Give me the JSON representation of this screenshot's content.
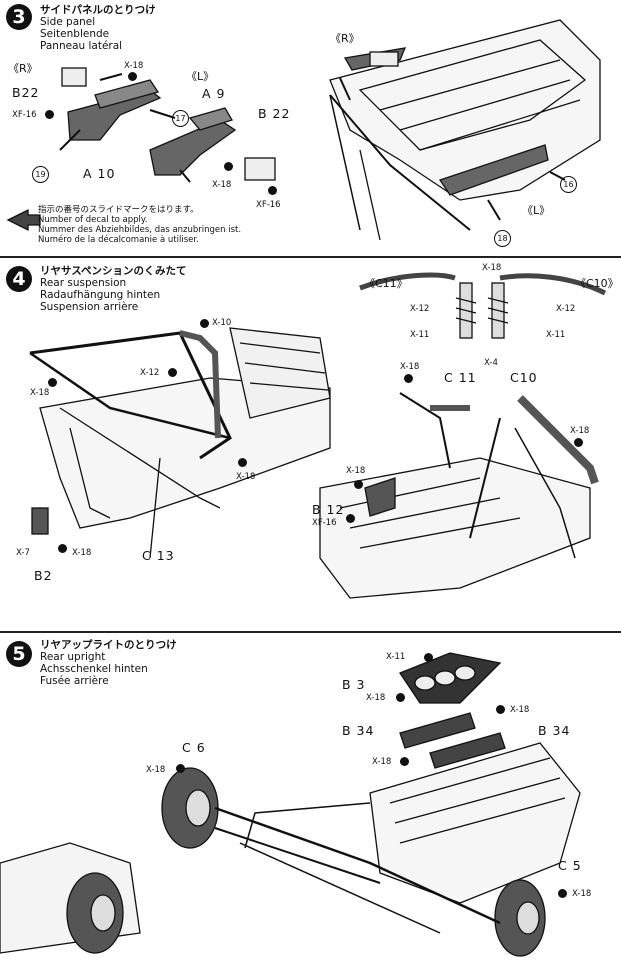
{
  "step3": {
    "number": "3",
    "title_jp": "サイドパネルのとりつけ",
    "title_en": "Side panel",
    "title_de": "Seitenblende",
    "title_fr": "Panneau latéral",
    "marker_r_left": "《R》",
    "marker_l": "《L》",
    "marker_r_right": "《R》",
    "marker_l_right": "《L》",
    "part_b22_left": "B22",
    "part_b22_right": "B 22",
    "part_a10": "A 10",
    "part_a9": "A 9",
    "x18_a": "X-18",
    "x18_b": "X-18",
    "xf16_a": "XF-16",
    "xf16_b": "XF-16",
    "decal_17": "17",
    "decal_19": "19",
    "decal_16": "16",
    "decal_18": "18",
    "note_jp": "指示の番号のスライドマークをはります。",
    "note_en": "Number of decal to apply.",
    "note_de": "Nummer des Abziehbildes, das anzubringen ist.",
    "note_fr": "Numéro de la décalcomanie à utiliser."
  },
  "step4": {
    "number": "4",
    "title_jp": "リヤサスペンションのくみたて",
    "title_en": "Rear suspension",
    "title_de": "Radaufhängung hinten",
    "title_fr": "Suspension arrière",
    "marker_c11": "《C11》",
    "marker_c10": "《C10》",
    "x18_top": "X-18",
    "x12_l": "X-12",
    "x12_r": "X-12",
    "x11_l": "X-11",
    "x11_r": "X-11",
    "x4": "X-4",
    "x10": "X-10",
    "x12_mid": "X-12",
    "x18_l": "X-18",
    "x18_mid": "X-18",
    "x7": "X-7",
    "x18_b2": "X-18",
    "part_b2": "B2",
    "part_c13": "C 13",
    "x18_r1": "X-18",
    "part_c11": "C 11",
    "part_c10": "C10",
    "x18_r2": "X-18",
    "x18_b12": "X-18",
    "part_b12": "B 12",
    "xf16_b12": "XF-16"
  },
  "step5": {
    "number": "5",
    "title_jp": "リヤアップライトのとりつけ",
    "title_en": "Rear upright",
    "title_de": "Achsschenkel hinten",
    "title_fr": "Fusée arrière",
    "x11": "X-11",
    "part_b3": "B 3",
    "x18_b3": "X-18",
    "x18_r": "X-18",
    "part_b34_l": "B 34",
    "part_b34_r": "B 34",
    "x18_b34": "X-18",
    "part_c6": "C 6",
    "x18_c6": "X-18",
    "part_c5": "C 5",
    "x18_c5": "X-18"
  }
}
